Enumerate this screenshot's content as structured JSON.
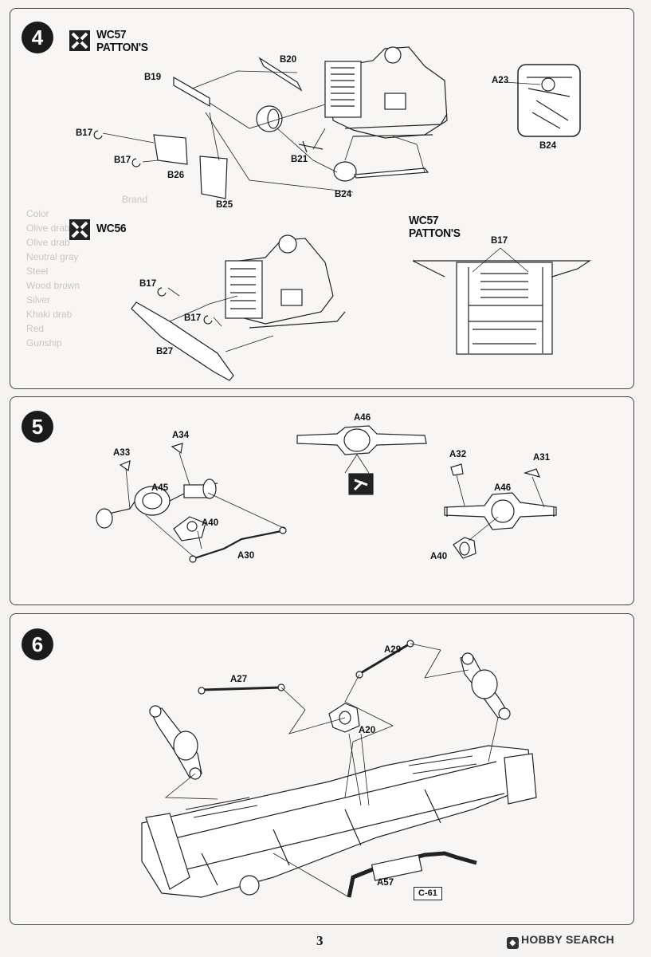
{
  "page": {
    "number": "3",
    "watermark": "HOBBY SEARCH"
  },
  "step4": {
    "number": "4",
    "variant_top": [
      "WC57",
      "PATTON'S"
    ],
    "variant_mid": "WC56",
    "variant_right": [
      "WC57",
      "PATTON'S"
    ],
    "parts": [
      "B20",
      "B19",
      "A23",
      "B17",
      "B17",
      "B26",
      "B21",
      "B24",
      "B25",
      "B24",
      "B17",
      "B17",
      "B17",
      "B27"
    ],
    "ghost_table": [
      "Color",
      "Olive drab",
      "Olive drab",
      "Neutral gray",
      "Steel",
      "Wood brown",
      "Silver",
      "Khaki drab",
      "Red",
      "Gunship",
      "Brand"
    ]
  },
  "step5": {
    "number": "5",
    "parts": [
      "A34",
      "A33",
      "A45",
      "A40",
      "A30",
      "A46",
      "A32",
      "A31",
      "A46",
      "A40"
    ]
  },
  "step6": {
    "number": "6",
    "parts": [
      "A29",
      "A27",
      "A20",
      "A57"
    ],
    "ref_label": "C-61"
  }
}
